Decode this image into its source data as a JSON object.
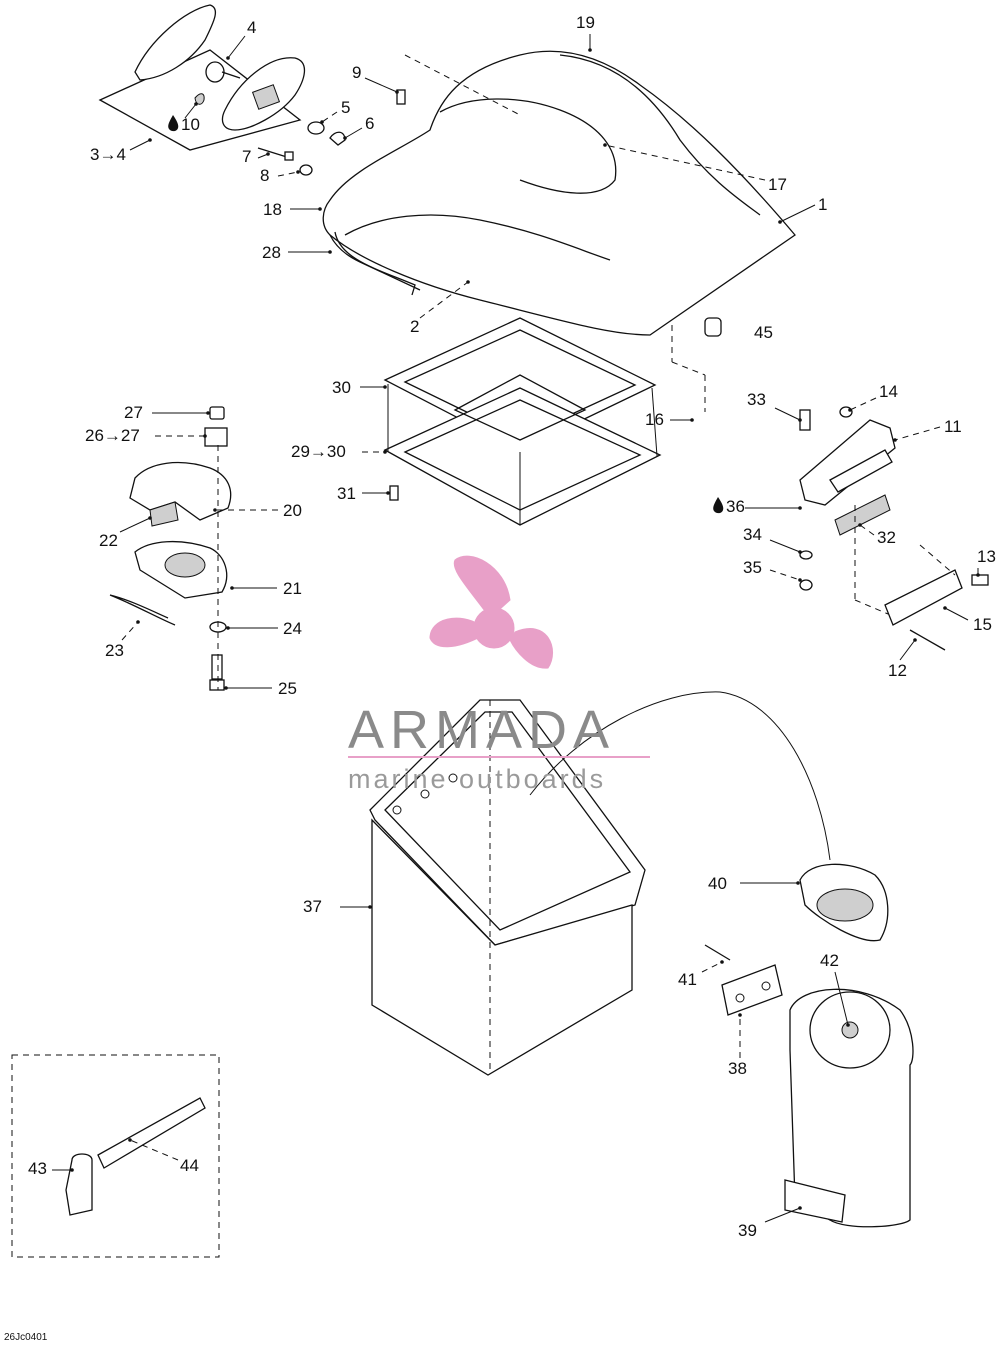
{
  "diagram": {
    "drawing_code": "26Jc0401",
    "watermark": {
      "brand": "ARMADA",
      "tagline": "marine outboards",
      "accent": "#e8a0c8",
      "text_color": "#8a8a8a"
    },
    "labels": [
      "1",
      "2",
      "3→4",
      "4",
      "5",
      "6",
      "7",
      "8",
      "9",
      "10",
      "11",
      "12",
      "13",
      "14",
      "15",
      "16",
      "17",
      "18",
      "19",
      "20",
      "21",
      "22",
      "23",
      "24",
      "25",
      "26→27",
      "27",
      "28",
      "29→30",
      "30",
      "31",
      "32",
      "33",
      "34",
      "35",
      "36",
      "37",
      "38",
      "39",
      "40",
      "41",
      "42",
      "43",
      "44",
      "45"
    ],
    "drop_icons": [
      "10",
      "36"
    ]
  }
}
